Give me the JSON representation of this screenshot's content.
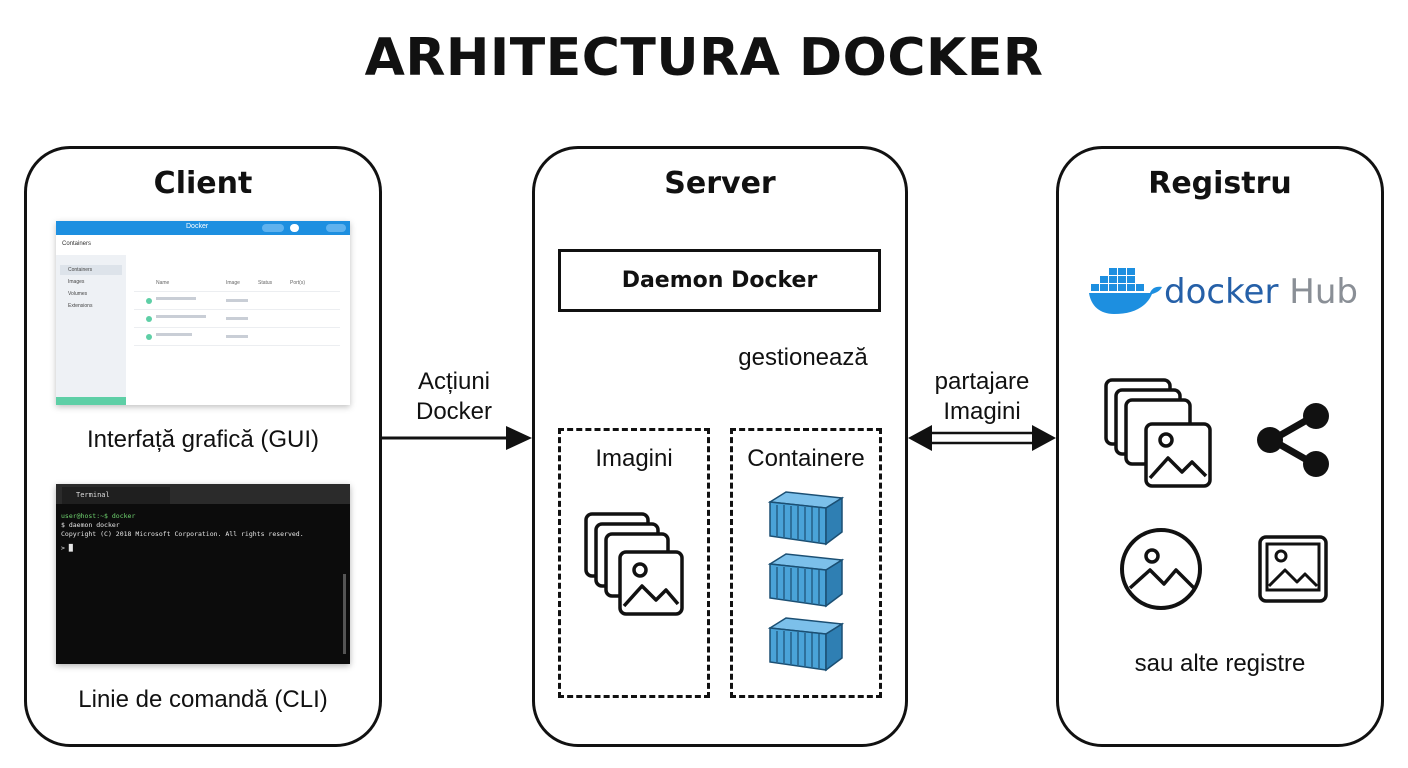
{
  "title": "ARHITECTURA DOCKER",
  "client": {
    "title": "Client",
    "gui_label": "Interfață grafică (GUI)",
    "cli_label": "Linie de comandă (CLI)",
    "gui": {
      "brand": "Docker",
      "header": "Containers",
      "sidebar": [
        "Containers",
        "Images",
        "Volumes",
        "Extensions"
      ],
      "columns": [
        "Name",
        "Image",
        "Status",
        "Port(s)"
      ]
    },
    "terminal": {
      "tab": "Terminal",
      "lines": [
        "user@host:~$ docker",
        "$ daemon docker",
        "Copyright (C) 2018 Microsoft Corporation. All rights reserved.",
        "> █"
      ]
    }
  },
  "arrow_client_server": {
    "line1": "Acțiuni",
    "line2": "Docker"
  },
  "server": {
    "title": "Server",
    "daemon": "Daemon Docker",
    "manages": "gestionează",
    "images": "Imagini",
    "containers": "Containere"
  },
  "arrow_server_registry": {
    "line1": "partajare",
    "line2": "Imagini"
  },
  "registry": {
    "title": "Registru",
    "hub_word1": "docker",
    "hub_word2": "Hub",
    "others": "sau alte registre"
  },
  "colors": {
    "docker_blue": "#1d8fe0",
    "container_blue": "#4aa3d8",
    "hub_grey": "#8a8f96"
  }
}
